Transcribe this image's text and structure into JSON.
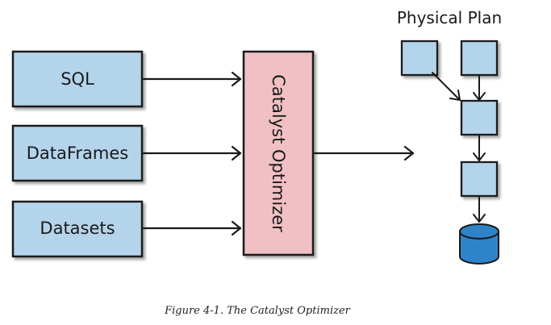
{
  "inputs": [
    {
      "label": "SQL"
    },
    {
      "label": "DataFrames"
    },
    {
      "label": "Datasets"
    }
  ],
  "optimizer": {
    "label": "Catalyst Optimizer"
  },
  "physical_plan": {
    "title": "Physical Plan"
  },
  "caption": "Figure 4-1. The Catalyst Optimizer",
  "colors": {
    "input_fill": "#b4d4ec",
    "optimizer_fill": "#f0c0c4",
    "plan_fill": "#b4d4ec",
    "database_fill": "#2f84c9",
    "stroke": "#1a1a1a"
  }
}
